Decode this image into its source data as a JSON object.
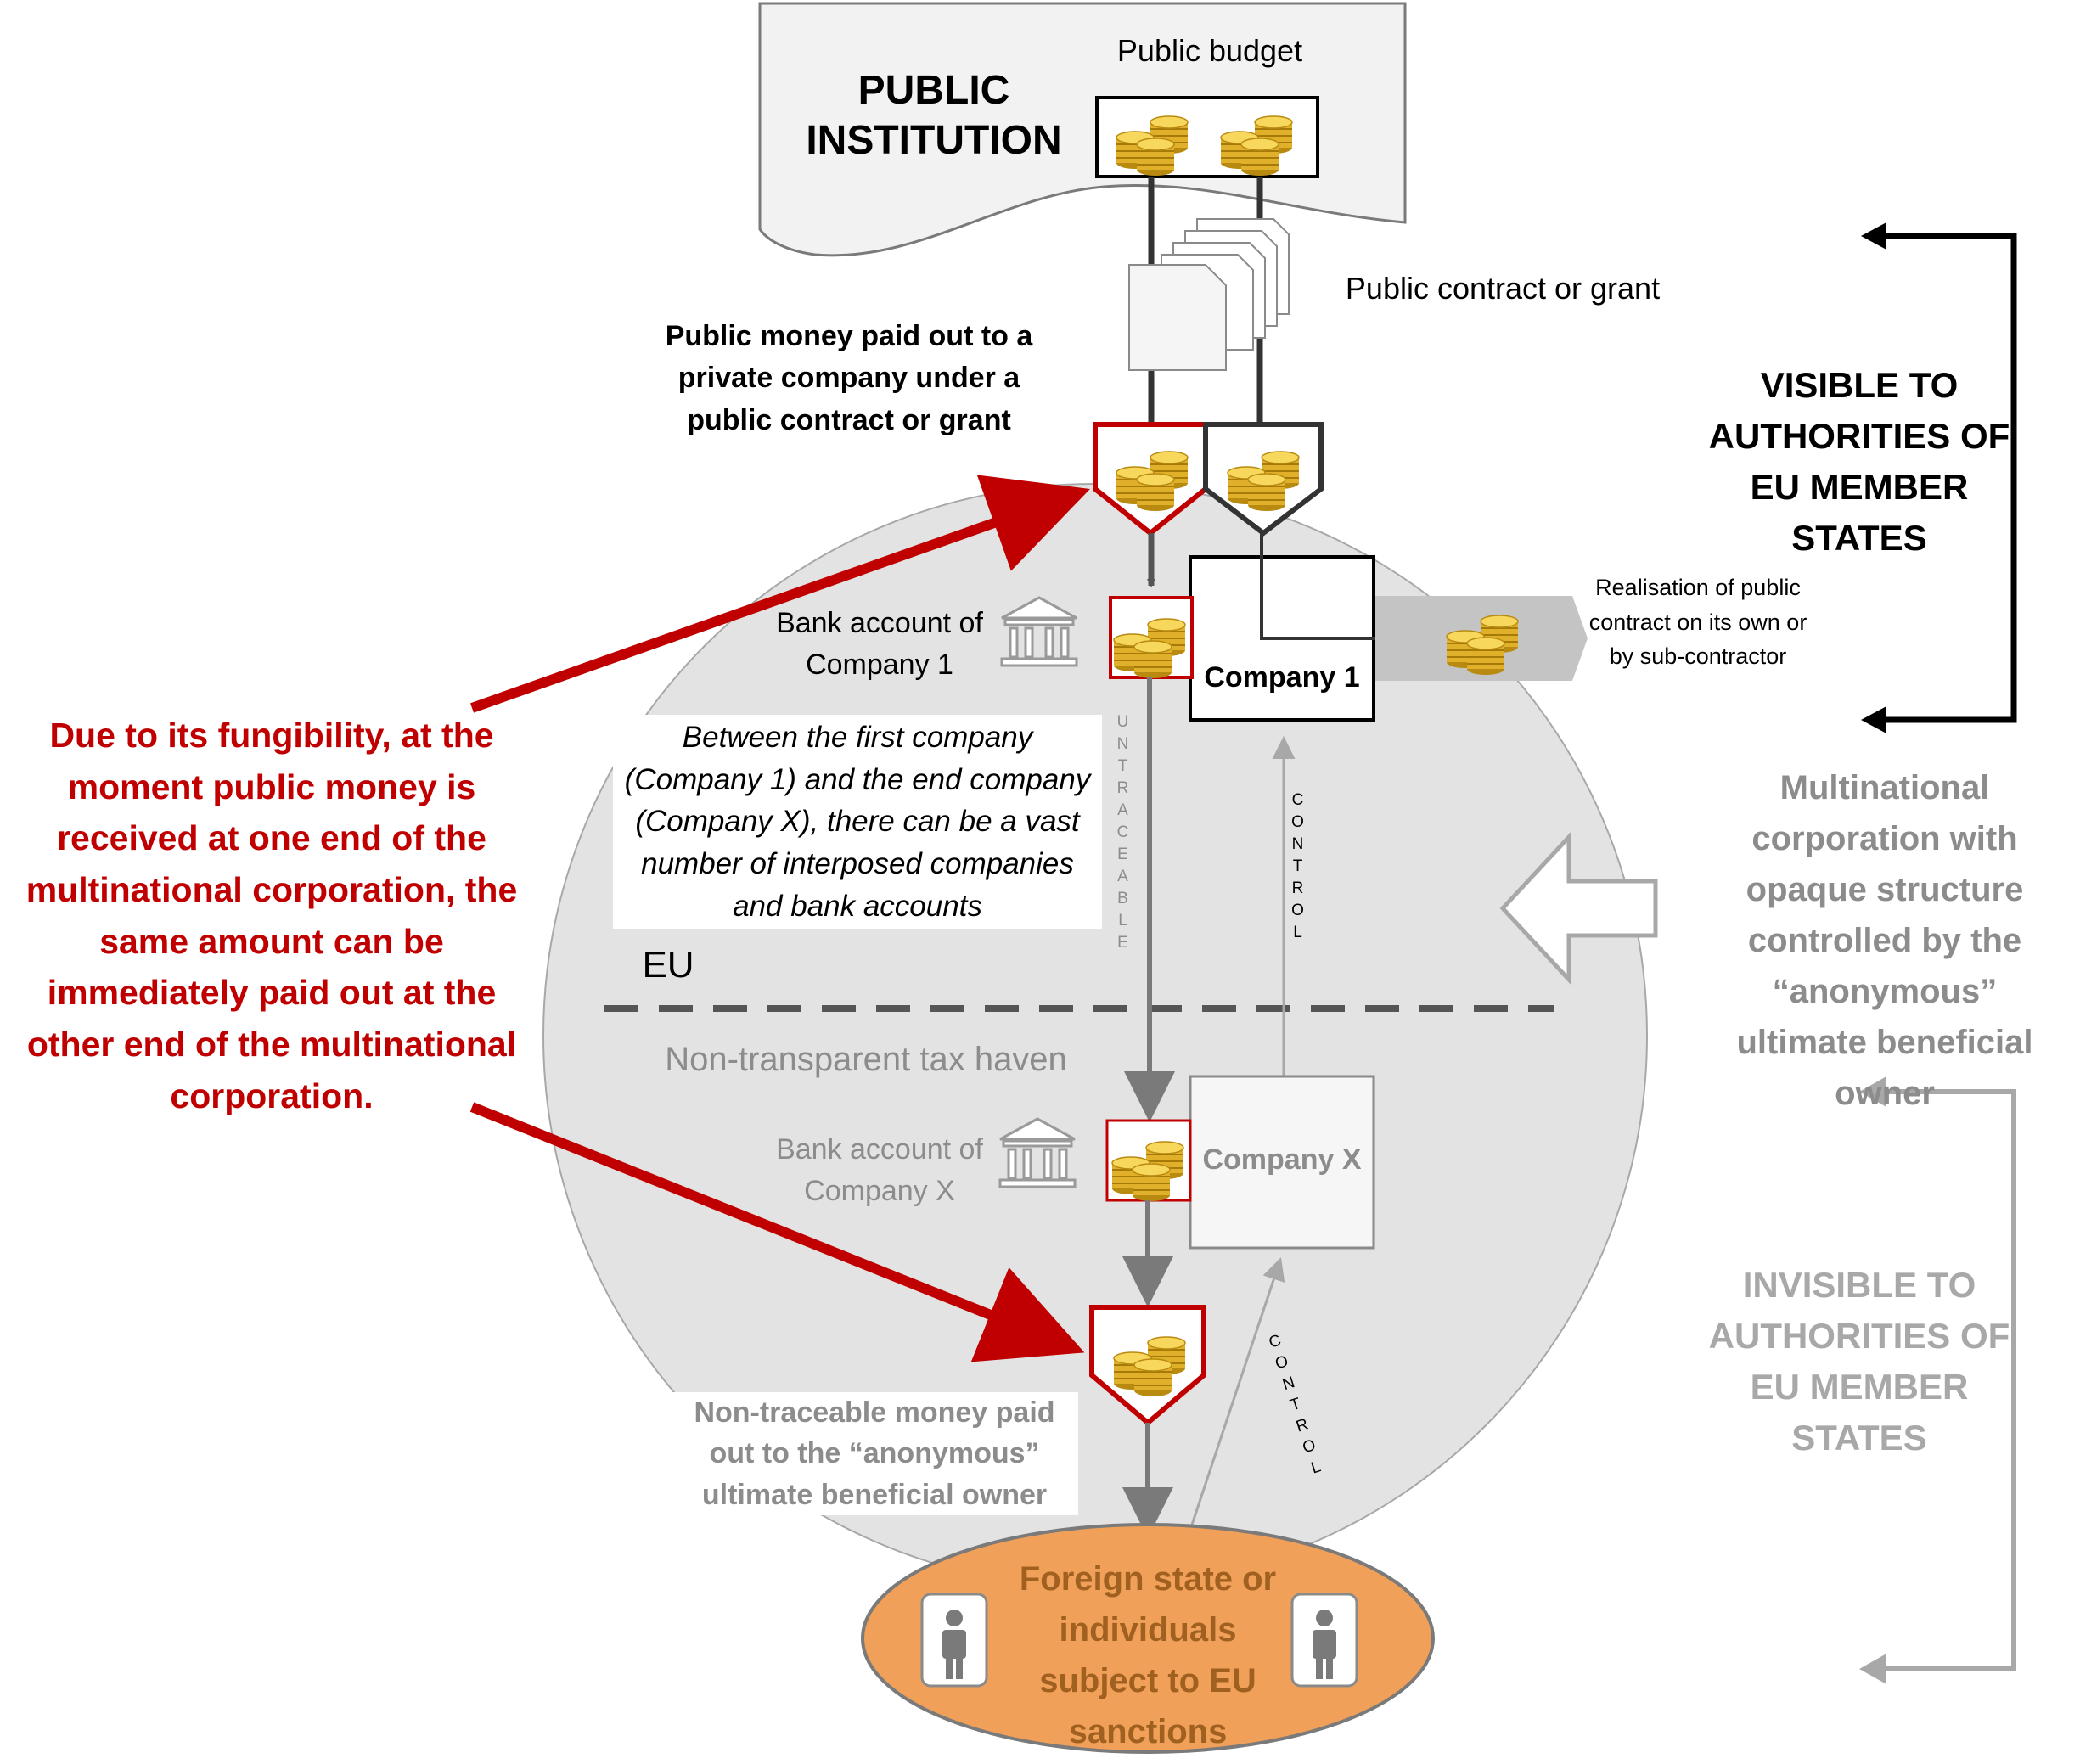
{
  "institution": {
    "title_line1": "PUBLIC",
    "title_line2": "INSTITUTION",
    "budget_label": "Public budget"
  },
  "contract_label": "Public contract or grant",
  "paid_out_label": "Public money paid out to a private company under a public contract or grant",
  "visible_label": "VISIBLE TO AUTHORITIES OF EU MEMBER STATES",
  "bank1_label": "Bank account of Company 1",
  "company1_label": "Company 1",
  "realisation_label": "Realisation of public contract on its own or by sub-contractor",
  "between_label": "Between the first company (Company 1) and the end company (Company X), there can be a vast number of interposed companies and bank accounts",
  "untraceable_label": "UNTRACEABLE",
  "control_label": "CONTROL",
  "multinational_label": "Multinational corporation with opaque structure controlled by the “anonymous” ultimate beneficial owner",
  "eu_label": "EU",
  "haven_label": "Non-transparent tax haven",
  "bankx_label": "Bank account of Company X",
  "companyx_label": "Company X",
  "fungibility_label": "Due to its fungibility, at the moment public money is received at one end of the multinational corporation, the same amount can be immediately paid out at the other end of the multinational corporation.",
  "nontraceable_label": "Non-traceable money paid out to the “anonymous” ultimate beneficial owner",
  "invisible_label": "INVISIBLE TO AUTHORITIES OF EU MEMBER STATES",
  "foreign_label": "Foreign state or individuals subject to EU sanctions",
  "colors": {
    "red": "#c00000",
    "gray_text": "#8c8c8c",
    "circle_fill": "#e4e4e4",
    "orange": "#f0a058",
    "coin": "#e8b830"
  }
}
